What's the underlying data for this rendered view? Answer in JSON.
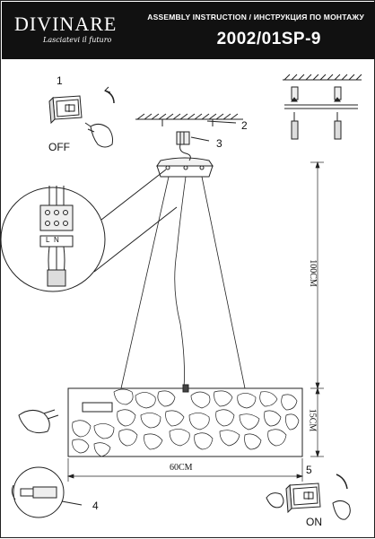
{
  "brand": {
    "name": "DIVINARE",
    "tagline": "Lasciatevi il futuro"
  },
  "header": {
    "instruction": "ASSEMBLY INSTRUCTION / ИНСТРУКЦИЯ ПО МОНТАЖУ",
    "model": "2002/01SP-9"
  },
  "steps": {
    "s1": "1",
    "s2": "2",
    "s3": "3",
    "s4": "4",
    "s5": "5"
  },
  "switch": {
    "off": "OFF",
    "on": "ON"
  },
  "terminal": {
    "l": "L",
    "n": "N"
  },
  "dimensions": {
    "height_cable": "100CM",
    "height_shade": "15CM",
    "width": "60CM"
  },
  "icons": [
    "wall-switch-icon",
    "hand-icon",
    "arrow-icon",
    "screwdriver-icon",
    "terminal-block-icon"
  ]
}
